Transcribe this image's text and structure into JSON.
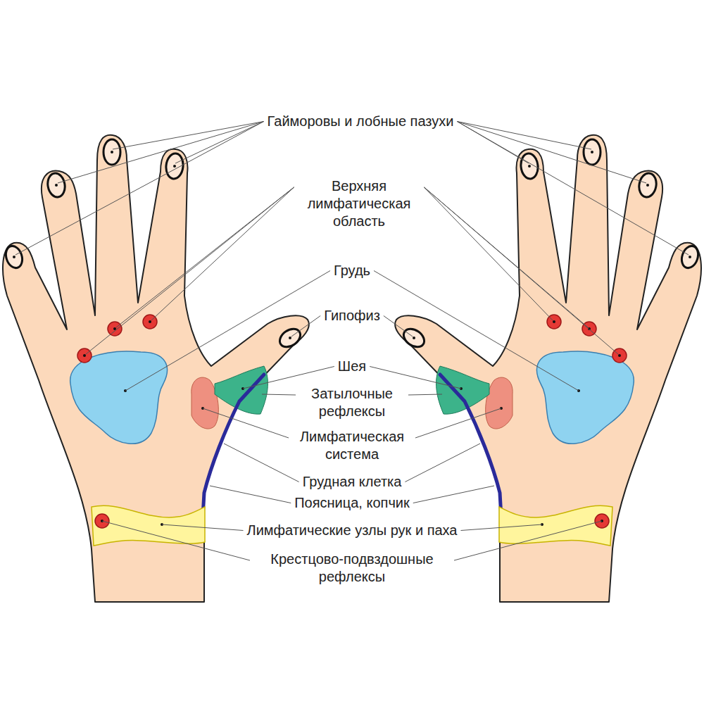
{
  "diagram": {
    "labels": [
      "Гайморовы и лобные пазухи",
      "Верхняя лимфатическая область",
      "Грудь",
      "Гипофиз",
      "Шея",
      "Затылочные рефлексы",
      "Лимфатическая система",
      "Грудная клетка",
      "Поясница, копчик",
      "Лимфатические узлы рук и паха",
      "Крестцово-подвздошные рефлексы"
    ]
  }
}
